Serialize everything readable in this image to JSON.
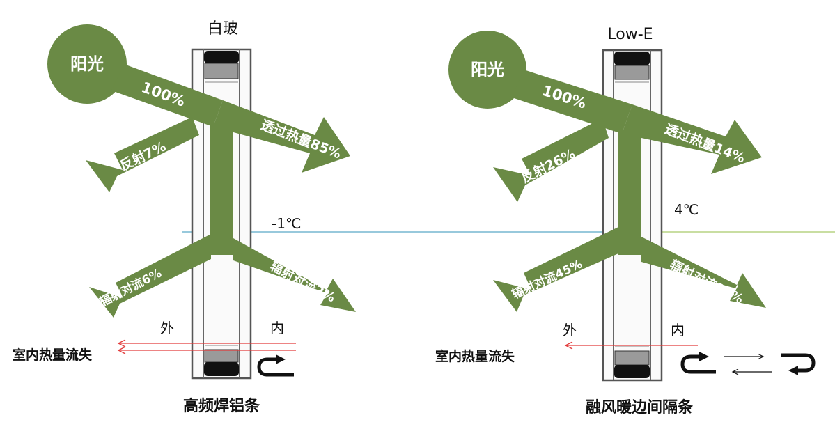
{
  "colors": {
    "green": "#6a8a45",
    "green_dark": "#5d7b3a",
    "frame": "#555555",
    "spacer_black": "#111111",
    "spacer_gray": "#9a9a9a",
    "line_blue": "#5aa9c8",
    "line_green": "#a9c96a",
    "heat_red": "#e23b3b",
    "text": "#111111"
  },
  "left": {
    "glass_title": "白玻",
    "sun": "阳光",
    "incoming": "100%",
    "reflect": "反射7%",
    "transmit": "透过热量85%",
    "conv_out": "辐射对流6%",
    "conv_in": "辐射对流2%",
    "temp": "-1℃",
    "outside": "外",
    "inside": "内",
    "heat_loss": "室内热量流失",
    "caption": "高频焊铝条"
  },
  "right": {
    "glass_title": "Low-E",
    "sun": "阳光",
    "incoming": "100%",
    "reflect": "反射26%",
    "transmit": "透过热量14%",
    "conv_out": "辐射对流45%",
    "conv_in": "辐射对流15%",
    "temp": "4℃",
    "outside": "外",
    "inside": "内",
    "heat_loss": "室内热量流失",
    "caption": "融风暖边间隔条"
  }
}
